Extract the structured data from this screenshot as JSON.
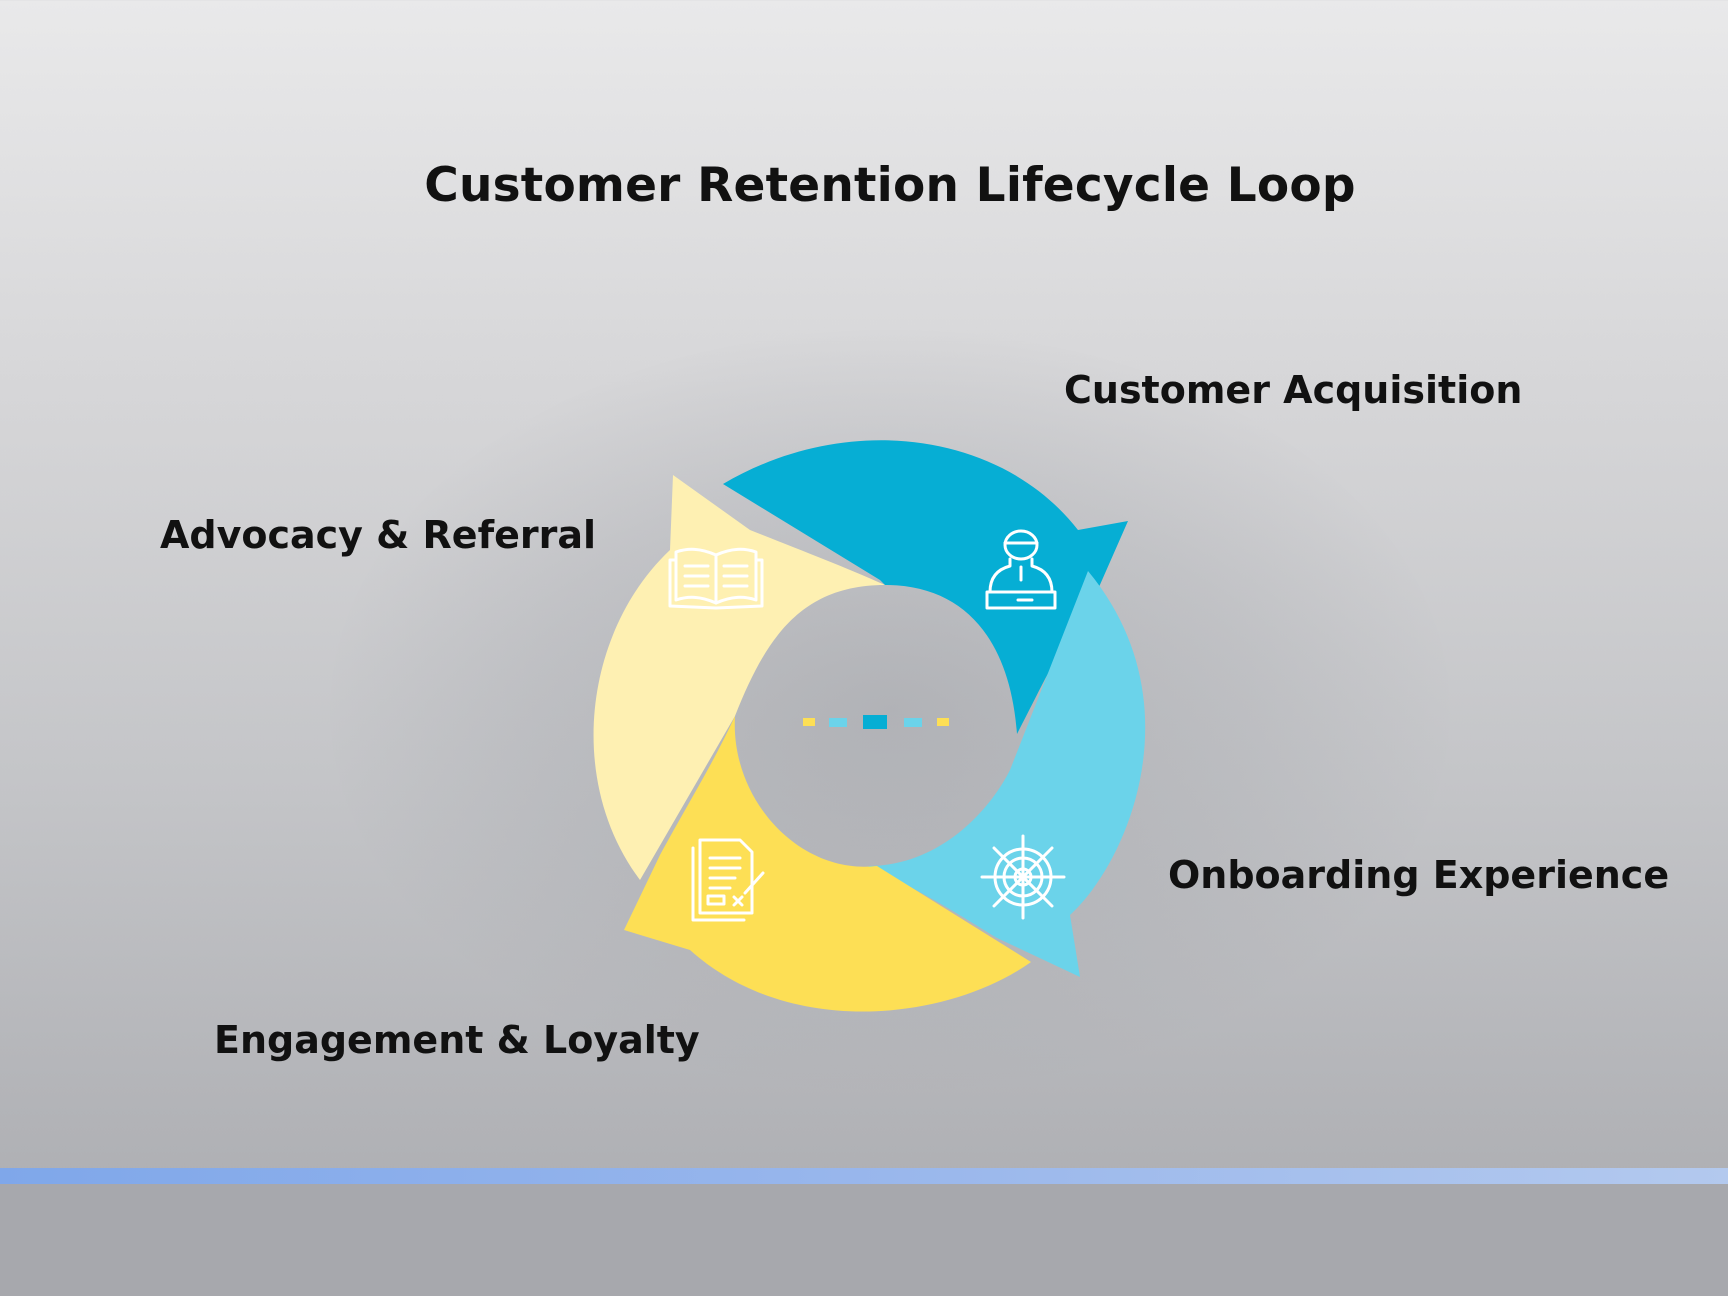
{
  "title": "Customer Retention Lifecycle Loop",
  "stages": [
    {
      "label": "Customer Acquisition",
      "color": "#06aed4",
      "icon": "customer-service-agent-icon"
    },
    {
      "label": "Onboarding Experience",
      "color": "#6bd3ea",
      "icon": "ship-wheel-icon"
    },
    {
      "label": "Engagement & Loyalty",
      "color": "#fddf55",
      "icon": "contract-document-icon"
    },
    {
      "label": "Advocacy & Referral",
      "color": "#fef0b2",
      "icon": "open-book-icon"
    }
  ],
  "center_dots": [
    "#fddf55",
    "#6bd3ea",
    "#06aed4",
    "#6bd3ea",
    "#fddf55"
  ],
  "bottom_band_color": "#8fb0ea"
}
